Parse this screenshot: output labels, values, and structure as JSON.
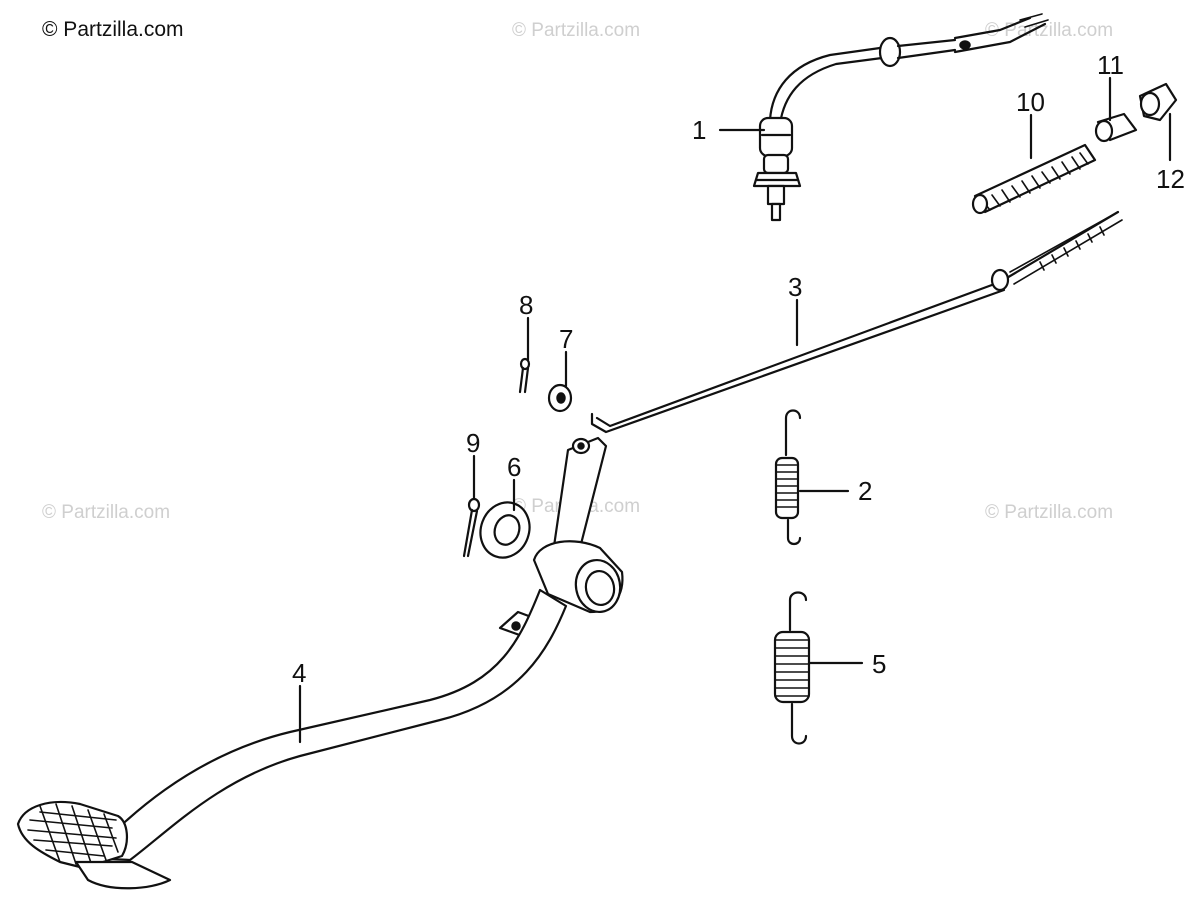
{
  "watermarks": {
    "main": "© Partzilla.com",
    "faint": "© Partzilla.com"
  },
  "callouts": {
    "p1": "1",
    "p2": "2",
    "p3": "3",
    "p4": "4",
    "p5": "5",
    "p6": "6",
    "p7": "7",
    "p8": "8",
    "p9": "9",
    "p10": "10",
    "p11": "11",
    "p12": "12"
  },
  "colors": {
    "ink": "#111111",
    "watermark": "#cfcfcf",
    "background": "#ffffff"
  }
}
